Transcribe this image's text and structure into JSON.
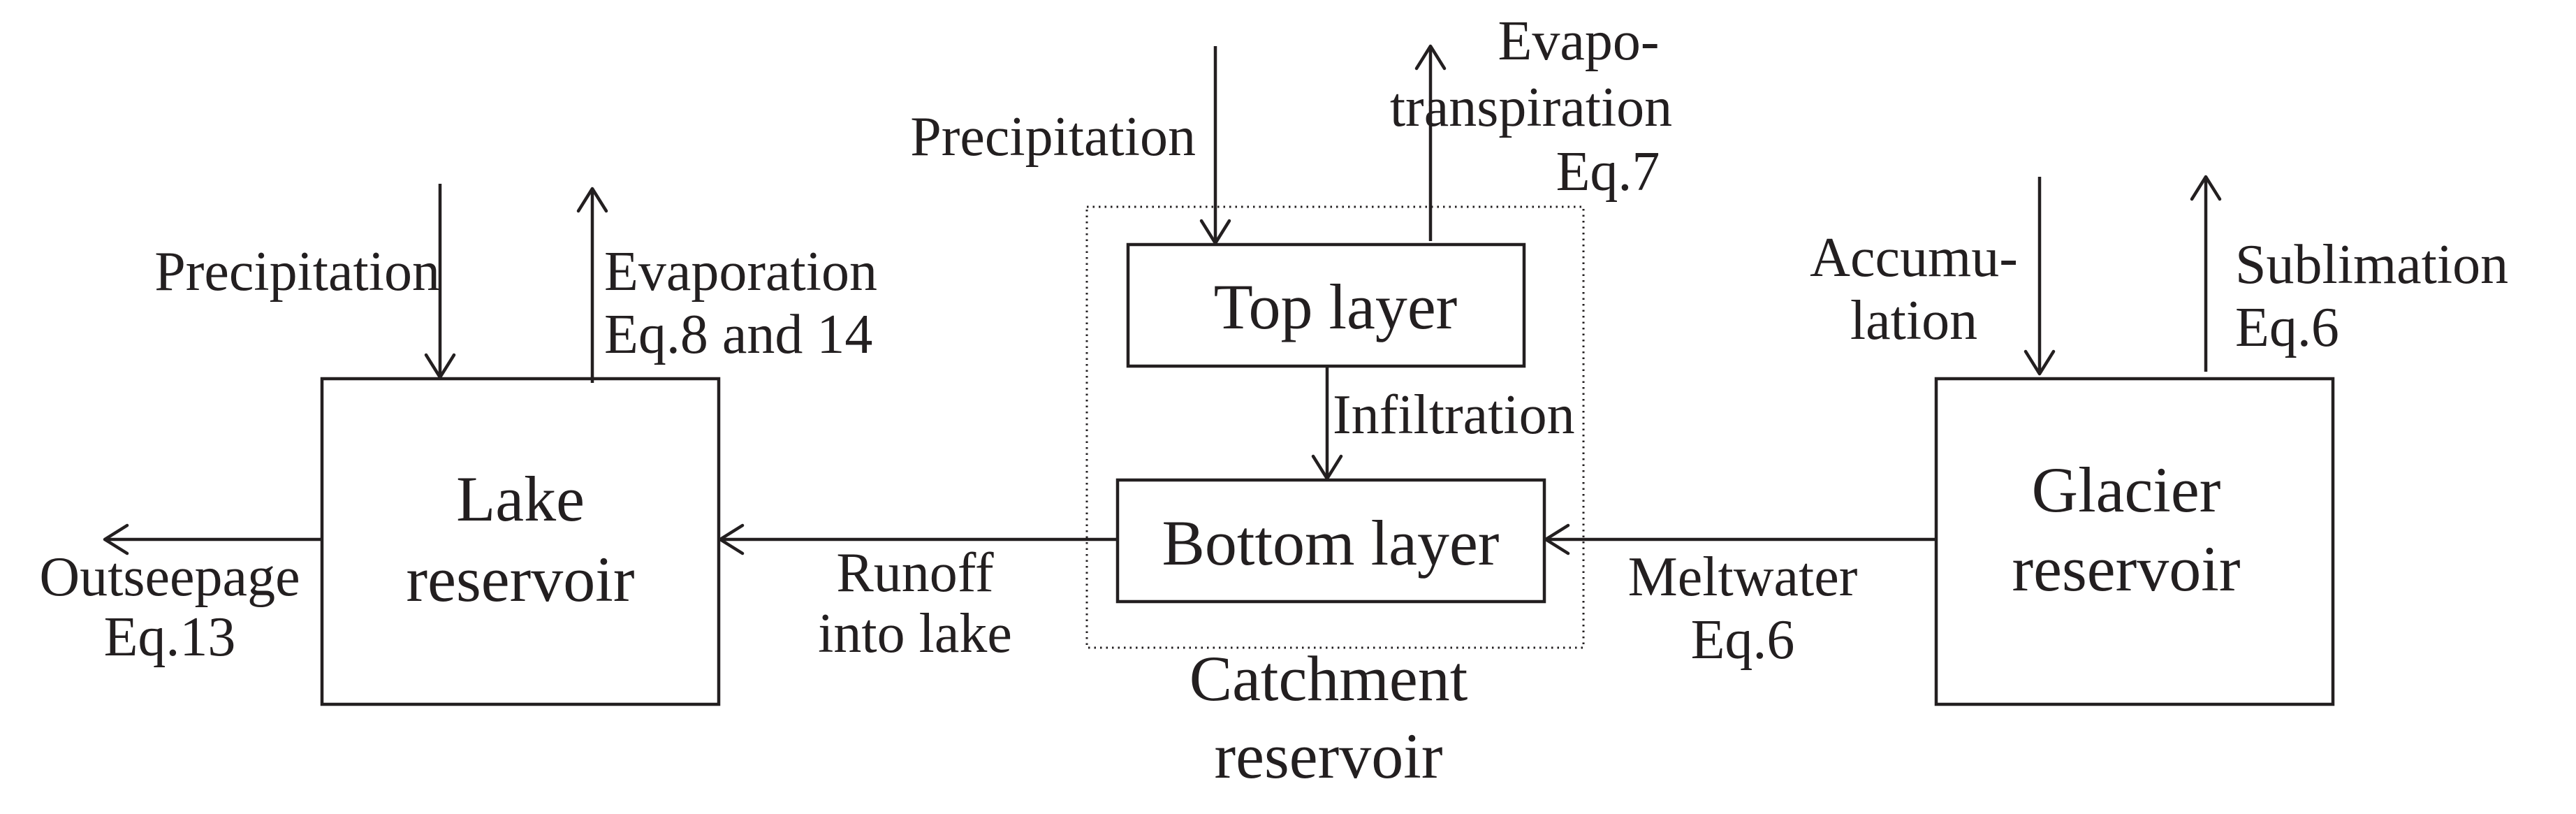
{
  "lake": {
    "name_line1": "Lake",
    "name_line2": "reservoir",
    "precip_label": "Precipitation",
    "evap_line1": "Evaporation",
    "evap_line2": "Eq.8 and 14",
    "outseepage_line1": "Outseepage",
    "outseepage_line2": "Eq.13"
  },
  "catchment": {
    "name_line1": "Catchment",
    "name_line2": "reservoir",
    "top_layer": "Top layer",
    "bottom_layer": "Bottom layer",
    "precip_label": "Precipitation",
    "et_line1": "Evapo-",
    "et_line2": "transpiration",
    "et_line3": "Eq.7",
    "infiltration": "Infiltration",
    "runoff_line1": "Runoff",
    "runoff_line2": "into lake"
  },
  "glacier": {
    "name_line1": "Glacier",
    "name_line2": "reservoir",
    "accum_line1": "Accumu-",
    "accum_line2": "lation",
    "subl_line1": "Sublimation",
    "subl_line2": "Eq.6",
    "melt_line1": "Meltwater",
    "melt_line2": "Eq.6"
  },
  "colors": {
    "ink": "#231f20",
    "background": "#ffffff"
  }
}
